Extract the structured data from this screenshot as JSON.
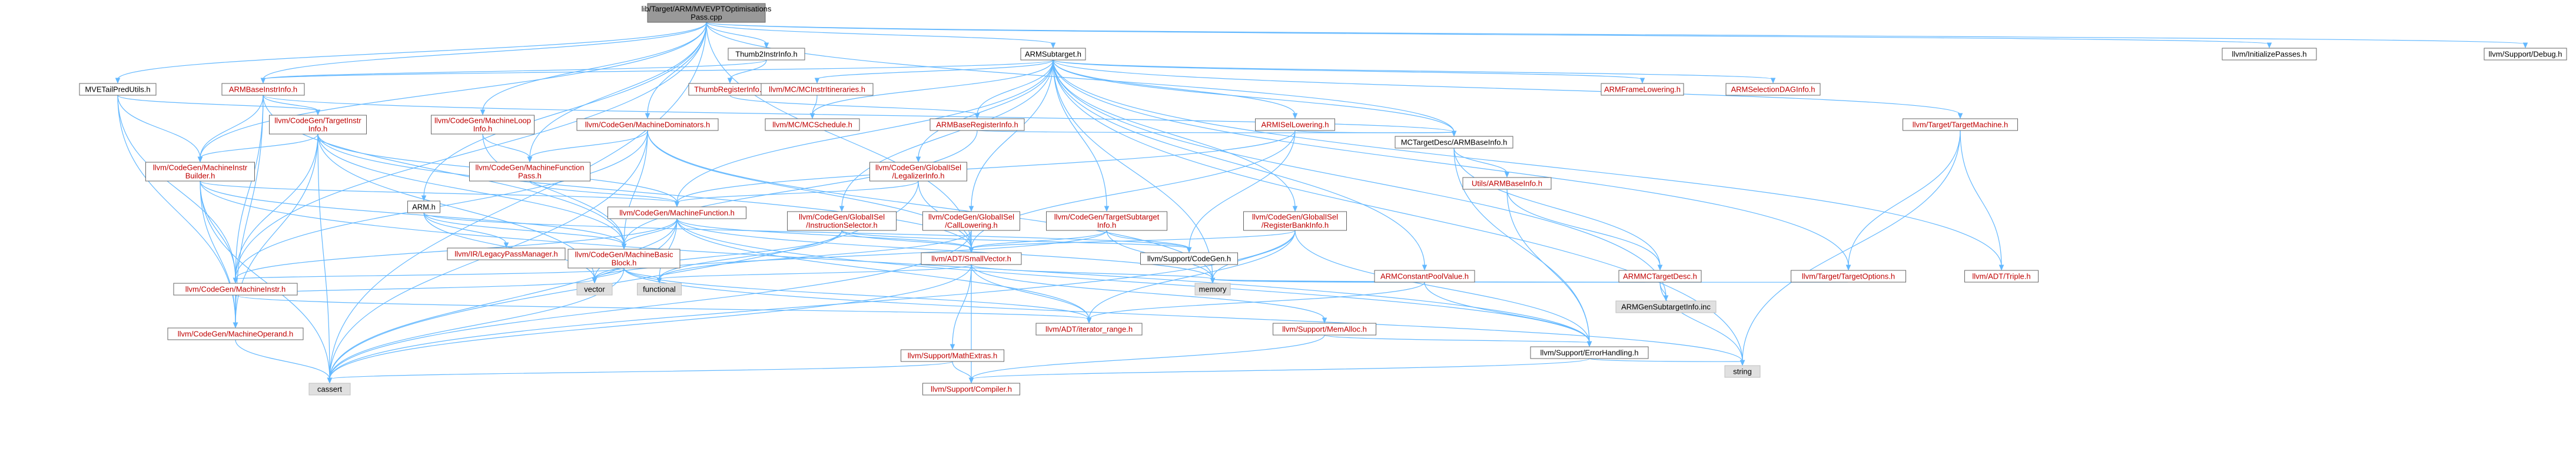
{
  "colors": {
    "root_fill": "#999999",
    "node_fill": "#ffffff",
    "external_fill": "#e0e0e0",
    "link_text": "#bf0000",
    "plain_text": "#000000",
    "border": "#666666",
    "edge": "#63b8ff"
  },
  "graph": {
    "nodes": [
      {
        "id": "root",
        "lines": [
          "lib/Target/ARM/MVEVPTOptimisations",
          "Pass.cpp"
        ],
        "kind": "root"
      },
      {
        "id": "thumb2instrinfo",
        "lines": [
          "Thumb2InstrInfo.h"
        ],
        "kind": "plain"
      },
      {
        "id": "armsubtarget",
        "lines": [
          "ARMSubtarget.h"
        ],
        "kind": "plain"
      },
      {
        "id": "initpasses",
        "lines": [
          "llvm/InitializePasses.h"
        ],
        "kind": "plain"
      },
      {
        "id": "debug",
        "lines": [
          "llvm/Support/Debug.h"
        ],
        "kind": "plain"
      },
      {
        "id": "mvetailpred",
        "lines": [
          "MVETailPredUtils.h"
        ],
        "kind": "plain"
      },
      {
        "id": "armbaseinstr",
        "lines": [
          "ARMBaseInstrInfo.h"
        ],
        "kind": "link"
      },
      {
        "id": "thumbreginfo",
        "lines": [
          "ThumbRegisterInfo.h"
        ],
        "kind": "link"
      },
      {
        "id": "mcinstritin",
        "lines": [
          "llvm/MC/MCInstrItineraries.h"
        ],
        "kind": "link"
      },
      {
        "id": "armframelow",
        "lines": [
          "ARMFrameLowering.h"
        ],
        "kind": "link"
      },
      {
        "id": "armseldag",
        "lines": [
          "ARMSelectionDAGInfo.h"
        ],
        "kind": "link"
      },
      {
        "id": "targetinstrinfo",
        "lines": [
          "llvm/CodeGen/TargetInstr",
          "Info.h"
        ],
        "kind": "link"
      },
      {
        "id": "machineloopinfo",
        "lines": [
          "llvm/CodeGen/MachineLoop",
          "Info.h"
        ],
        "kind": "link"
      },
      {
        "id": "machinedom",
        "lines": [
          "llvm/CodeGen/MachineDominators.h"
        ],
        "kind": "link"
      },
      {
        "id": "mcschedule",
        "lines": [
          "llvm/MC/MCSchedule.h"
        ],
        "kind": "link"
      },
      {
        "id": "armbasereg",
        "lines": [
          "ARMBaseRegisterInfo.h"
        ],
        "kind": "link"
      },
      {
        "id": "armisellow",
        "lines": [
          "ARMISelLowering.h"
        ],
        "kind": "link"
      },
      {
        "id": "mctargetdesc",
        "lines": [
          "MCTargetDesc/ARMBaseInfo.h"
        ],
        "kind": "plain"
      },
      {
        "id": "targetmachine",
        "lines": [
          "llvm/Target/TargetMachine.h"
        ],
        "kind": "link"
      },
      {
        "id": "machineinstrbuilder",
        "lines": [
          "llvm/CodeGen/MachineInstr",
          "Builder.h"
        ],
        "kind": "link"
      },
      {
        "id": "machinefunctionpass",
        "lines": [
          "llvm/CodeGen/MachineFunction",
          "Pass.h"
        ],
        "kind": "link"
      },
      {
        "id": "legalizerinfo",
        "lines": [
          "llvm/CodeGen/GlobalISel",
          "/LegalizerInfo.h"
        ],
        "kind": "link"
      },
      {
        "id": "armh",
        "lines": [
          "ARM.h"
        ],
        "kind": "plain"
      },
      {
        "id": "machinefunction",
        "lines": [
          "llvm/CodeGen/MachineFunction.h"
        ],
        "kind": "link"
      },
      {
        "id": "instrselector",
        "lines": [
          "llvm/CodeGen/GlobalISel",
          "/InstructionSelector.h"
        ],
        "kind": "link"
      },
      {
        "id": "calllowering",
        "lines": [
          "llvm/CodeGen/GlobalISel",
          "/CallLowering.h"
        ],
        "kind": "link"
      },
      {
        "id": "targetsubtarget",
        "lines": [
          "llvm/CodeGen/TargetSubtarget",
          "Info.h"
        ],
        "kind": "link"
      },
      {
        "id": "regbankinfo",
        "lines": [
          "llvm/CodeGen/GlobalISel",
          "/RegisterBankInfo.h"
        ],
        "kind": "link"
      },
      {
        "id": "utilsarmbase",
        "lines": [
          "Utils/ARMBaseInfo.h"
        ],
        "kind": "link"
      },
      {
        "id": "legacypm",
        "lines": [
          "llvm/IR/LegacyPassManager.h"
        ],
        "kind": "link"
      },
      {
        "id": "machinebasicblock",
        "lines": [
          "llvm/CodeGen/MachineBasic",
          "Block.h"
        ],
        "kind": "link"
      },
      {
        "id": "smallvector",
        "lines": [
          "llvm/ADT/SmallVector.h"
        ],
        "kind": "link"
      },
      {
        "id": "supportcodegen",
        "lines": [
          "llvm/Support/CodeGen.h"
        ],
        "kind": "plain"
      },
      {
        "id": "armconstpool",
        "lines": [
          "ARMConstantPoolValue.h"
        ],
        "kind": "link"
      },
      {
        "id": "targetoptions",
        "lines": [
          "llvm/Target/TargetOptions.h"
        ],
        "kind": "link"
      },
      {
        "id": "armmctargetdesc",
        "lines": [
          "ARMMCTargetDesc.h"
        ],
        "kind": "link"
      },
      {
        "id": "triple",
        "lines": [
          "llvm/ADT/Triple.h"
        ],
        "kind": "link"
      },
      {
        "id": "machineinstr",
        "lines": [
          "llvm/CodeGen/MachineInstr.h"
        ],
        "kind": "link"
      },
      {
        "id": "vector",
        "lines": [
          "vector"
        ],
        "kind": "external"
      },
      {
        "id": "functional",
        "lines": [
          "functional"
        ],
        "kind": "external"
      },
      {
        "id": "memory",
        "lines": [
          "memory"
        ],
        "kind": "external"
      },
      {
        "id": "memalloc",
        "lines": [
          "llvm/Support/MemAlloc.h"
        ],
        "kind": "link"
      },
      {
        "id": "armgensubtarget",
        "lines": [
          "ARMGenSubtargetInfo.inc"
        ],
        "kind": "external"
      },
      {
        "id": "machineoperand",
        "lines": [
          "llvm/CodeGen/MachineOperand.h"
        ],
        "kind": "link"
      },
      {
        "id": "mathextras",
        "lines": [
          "llvm/Support/MathExtras.h"
        ],
        "kind": "link"
      },
      {
        "id": "iteratorrange",
        "lines": [
          "llvm/ADT/iterator_range.h"
        ],
        "kind": "link"
      },
      {
        "id": "errorhandling",
        "lines": [
          "llvm/Support/ErrorHandling.h"
        ],
        "kind": "plain"
      },
      {
        "id": "cassert",
        "lines": [
          "cassert"
        ],
        "kind": "external"
      },
      {
        "id": "compiler",
        "lines": [
          "llvm/Support/Compiler.h"
        ],
        "kind": "link"
      },
      {
        "id": "string",
        "lines": [
          "string"
        ],
        "kind": "external"
      }
    ],
    "edges": [
      [
        "root",
        "thumb2instrinfo"
      ],
      [
        "root",
        "armsubtarget"
      ],
      [
        "root",
        "initpasses"
      ],
      [
        "root",
        "debug"
      ],
      [
        "root",
        "mvetailpred"
      ],
      [
        "root",
        "machineloopinfo"
      ],
      [
        "root",
        "machinedom"
      ],
      [
        "root",
        "machinefunctionpass"
      ],
      [
        "root",
        "armh"
      ],
      [
        "root",
        "machineinstrbuilder"
      ],
      [
        "root",
        "cassert"
      ],
      [
        "root",
        "machineinstr"
      ],
      [
        "root",
        "smallvector"
      ],
      [
        "root",
        "mctargetdesc"
      ],
      [
        "root",
        "armbaseinstr"
      ],
      [
        "thumb2instrinfo",
        "armbaseinstr"
      ],
      [
        "thumb2instrinfo",
        "thumbreginfo"
      ],
      [
        "armsubtarget",
        "armbaseinstr"
      ],
      [
        "armsubtarget",
        "mcinstritin"
      ],
      [
        "armsubtarget",
        "armframelow"
      ],
      [
        "armsubtarget",
        "armseldag"
      ],
      [
        "armsubtarget",
        "mcschedule"
      ],
      [
        "armsubtarget",
        "armbasereg"
      ],
      [
        "armsubtarget",
        "armisellow"
      ],
      [
        "armsubtarget",
        "mctargetdesc"
      ],
      [
        "armsubtarget",
        "targetmachine"
      ],
      [
        "armsubtarget",
        "legalizerinfo"
      ],
      [
        "armsubtarget",
        "instrselector"
      ],
      [
        "armsubtarget",
        "calllowering"
      ],
      [
        "armsubtarget",
        "targetsubtarget"
      ],
      [
        "armsubtarget",
        "regbankinfo"
      ],
      [
        "armsubtarget",
        "armconstpool"
      ],
      [
        "armsubtarget",
        "targetoptions"
      ],
      [
        "armsubtarget",
        "triple"
      ],
      [
        "armsubtarget",
        "memory"
      ],
      [
        "armsubtarget",
        "string"
      ],
      [
        "armsubtarget",
        "armgensubtarget"
      ],
      [
        "armsubtarget",
        "machinefunction"
      ],
      [
        "mvetailpred",
        "targetinstrinfo"
      ],
      [
        "mvetailpred",
        "machineinstrbuilder"
      ],
      [
        "mvetailpred",
        "machineinstr"
      ],
      [
        "mvetailpred",
        "machineoperand"
      ],
      [
        "armbaseinstr",
        "targetinstrinfo"
      ],
      [
        "armbaseinstr",
        "machineinstrbuilder"
      ],
      [
        "armbaseinstr",
        "mctargetdesc"
      ],
      [
        "armbaseinstr",
        "machineinstr"
      ],
      [
        "armbaseinstr",
        "machinebasicblock"
      ],
      [
        "armbaseinstr",
        "machineoperand"
      ],
      [
        "thumbreginfo",
        "armbasereg"
      ],
      [
        "mcinstritin",
        "mcschedule"
      ],
      [
        "targetinstrinfo",
        "machinefunction"
      ],
      [
        "targetinstrinfo",
        "machinebasicblock"
      ],
      [
        "targetinstrinfo",
        "machineinstr"
      ],
      [
        "targetinstrinfo",
        "machineoperand"
      ],
      [
        "targetinstrinfo",
        "cassert"
      ],
      [
        "targetinstrinfo",
        "smallvector"
      ],
      [
        "targetinstrinfo",
        "machineinstrbuilder"
      ],
      [
        "targetinstrinfo",
        "vector"
      ],
      [
        "machineloopinfo",
        "machinefunctionpass"
      ],
      [
        "machineloopinfo",
        "machinebasicblock"
      ],
      [
        "machinedom",
        "machinefunctionpass"
      ],
      [
        "machinedom",
        "machinebasicblock"
      ],
      [
        "machinedom",
        "machineinstr"
      ],
      [
        "machinedom",
        "smallvector"
      ],
      [
        "machinedom",
        "memory"
      ],
      [
        "machinedom",
        "cassert"
      ],
      [
        "armbasereg",
        "mctargetdesc"
      ],
      [
        "armbasereg",
        "machinebasicblock"
      ],
      [
        "armisellow",
        "mctargetdesc"
      ],
      [
        "armisellow",
        "machinefunction"
      ],
      [
        "armisellow",
        "smallvector"
      ],
      [
        "armisellow",
        "supportcodegen"
      ],
      [
        "mctargetdesc",
        "utilsarmbase"
      ],
      [
        "mctargetdesc",
        "armmctargetdesc"
      ],
      [
        "mctargetdesc",
        "errorhandling"
      ],
      [
        "targetmachine",
        "targetoptions"
      ],
      [
        "targetmachine",
        "triple"
      ],
      [
        "targetmachine",
        "string"
      ],
      [
        "machineinstrbuilder",
        "machinefunction"
      ],
      [
        "machineinstrbuilder",
        "machinebasicblock"
      ],
      [
        "machineinstrbuilder",
        "machineinstr"
      ],
      [
        "machineinstrbuilder",
        "machineoperand"
      ],
      [
        "machineinstrbuilder",
        "errorhandling"
      ],
      [
        "machineinstrbuilder",
        "cassert"
      ],
      [
        "machinefunctionpass",
        "machinefunction"
      ],
      [
        "legalizerinfo",
        "machinefunction"
      ],
      [
        "legalizerinfo",
        "smallvector"
      ],
      [
        "legalizerinfo",
        "cassert"
      ],
      [
        "armh",
        "legacypm"
      ],
      [
        "armh",
        "supportcodegen"
      ],
      [
        "armh",
        "vector"
      ],
      [
        "armh",
        "machinebasicblock"
      ],
      [
        "machinefunction",
        "machinebasicblock"
      ],
      [
        "machinefunction",
        "machineinstr"
      ],
      [
        "machinefunction",
        "smallvector"
      ],
      [
        "machinefunction",
        "memory"
      ],
      [
        "machinefunction",
        "vector"
      ],
      [
        "machinefunction",
        "functional"
      ],
      [
        "machinefunction",
        "errorhandling"
      ],
      [
        "machinefunction",
        "cassert"
      ],
      [
        "machinefunction",
        "iteratorrange"
      ],
      [
        "instrselector",
        "smallvector"
      ],
      [
        "instrselector",
        "functional"
      ],
      [
        "instrselector",
        "vector"
      ],
      [
        "instrselector",
        "supportcodegen"
      ],
      [
        "calllowering",
        "smallvector"
      ],
      [
        "calllowering",
        "functional"
      ],
      [
        "calllowering",
        "cassert"
      ],
      [
        "targetsubtarget",
        "smallvector"
      ],
      [
        "targetsubtarget",
        "supportcodegen"
      ],
      [
        "targetsubtarget",
        "vector"
      ],
      [
        "targetsubtarget",
        "memory"
      ],
      [
        "regbankinfo",
        "smallvector"
      ],
      [
        "regbankinfo",
        "errorhandling"
      ],
      [
        "regbankinfo",
        "iteratorrange"
      ],
      [
        "regbankinfo",
        "memory"
      ],
      [
        "regbankinfo",
        "cassert"
      ],
      [
        "utilsarmbase",
        "armmctargetdesc"
      ],
      [
        "utilsarmbase",
        "errorhandling"
      ],
      [
        "machinebasicblock",
        "machineinstr"
      ],
      [
        "machinebasicblock",
        "iteratorrange"
      ],
      [
        "machinebasicblock",
        "functional"
      ],
      [
        "machinebasicblock",
        "cassert"
      ],
      [
        "machinebasicblock",
        "string"
      ],
      [
        "machinebasicblock",
        "vector"
      ],
      [
        "smallvector",
        "compiler"
      ],
      [
        "smallvector",
        "mathextras"
      ],
      [
        "smallvector",
        "memalloc"
      ],
      [
        "smallvector",
        "iteratorrange"
      ],
      [
        "smallvector",
        "memory"
      ],
      [
        "smallvector",
        "functional"
      ],
      [
        "smallvector",
        "cassert"
      ],
      [
        "armconstpool",
        "memory"
      ],
      [
        "armconstpool",
        "iteratorrange"
      ],
      [
        "armconstpool",
        "errorhandling"
      ],
      [
        "targetoptions",
        "memory"
      ],
      [
        "armmctargetdesc",
        "memory"
      ],
      [
        "armmctargetdesc",
        "armgensubtarget"
      ],
      [
        "armmctargetdesc",
        "string"
      ],
      [
        "machineinstr",
        "machineoperand"
      ],
      [
        "machineinstr",
        "iteratorrange"
      ],
      [
        "machineinstr",
        "vector"
      ],
      [
        "memalloc",
        "compiler"
      ],
      [
        "memalloc",
        "errorhandling"
      ],
      [
        "machineoperand",
        "cassert"
      ],
      [
        "mathextras",
        "compiler"
      ],
      [
        "mathextras",
        "cassert"
      ],
      [
        "errorhandling",
        "compiler"
      ],
      [
        "errorhandling",
        "string"
      ]
    ]
  }
}
